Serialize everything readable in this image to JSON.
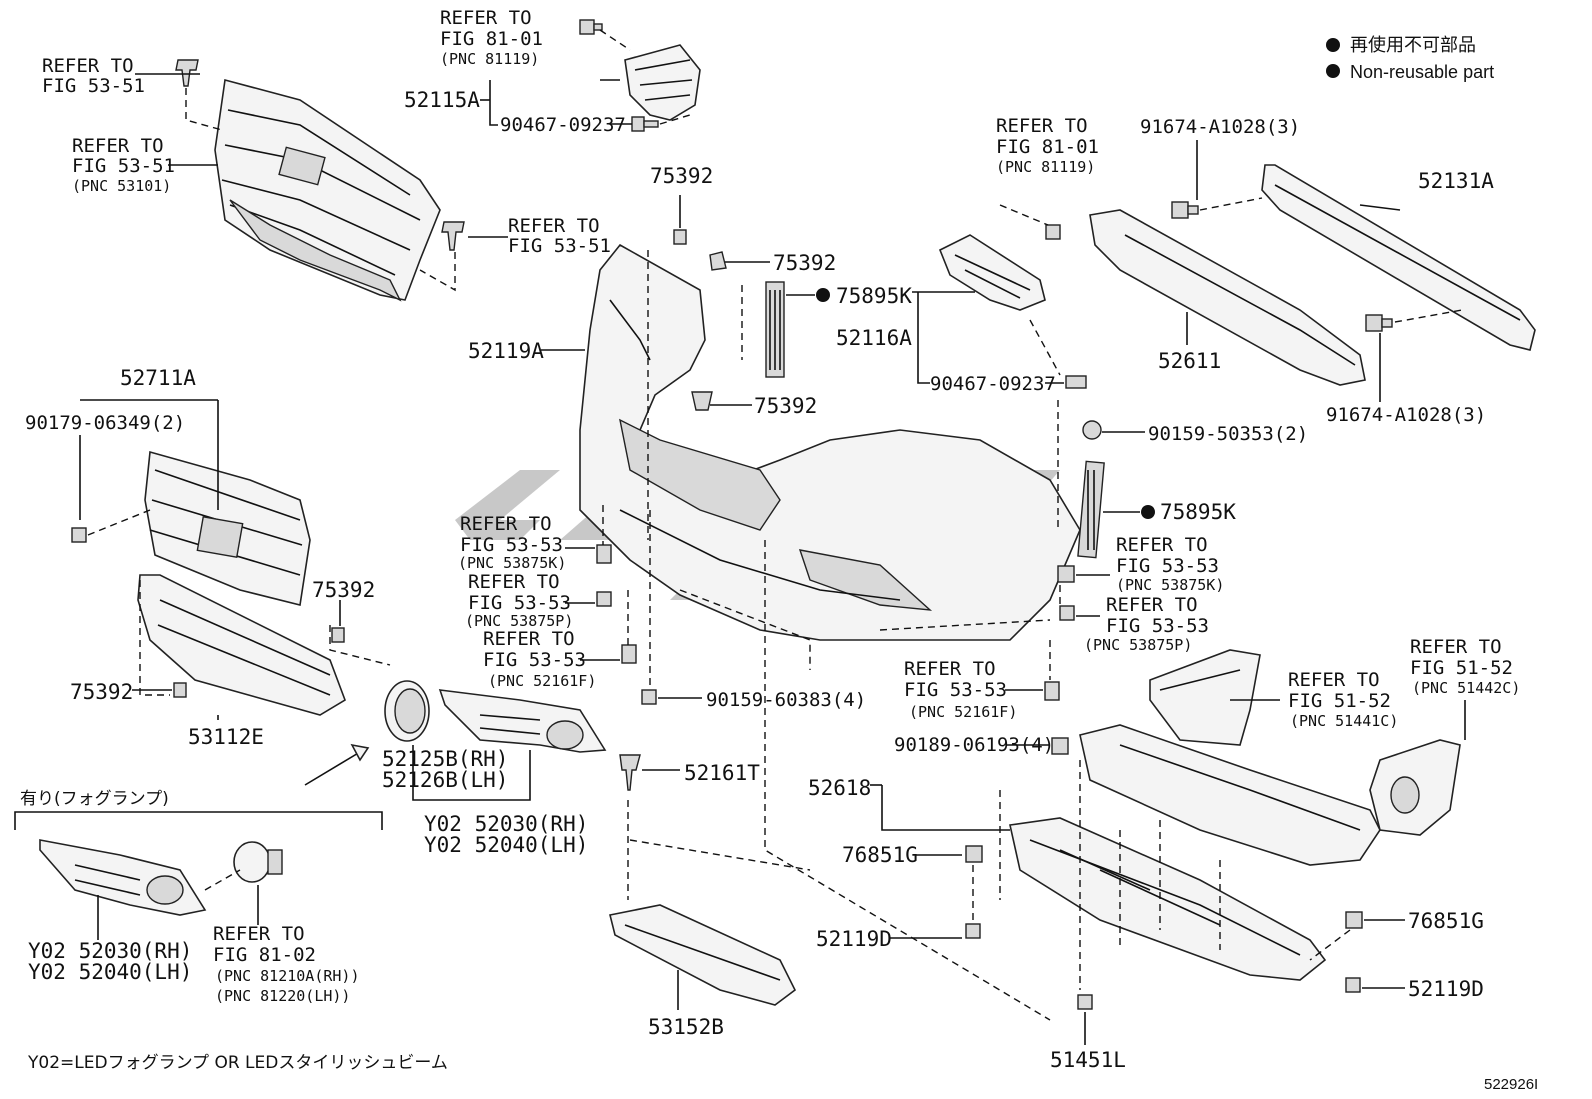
{
  "legend": {
    "jp": "再使用不可部品",
    "en": "Non-reusable part"
  },
  "figure_id": "522926I",
  "footnote": "Y02=LEDフォグランプ OR LEDスタイリッシュビーム",
  "fog_section_title": "有り(フォグランプ)",
  "callouts": {
    "ref_53_51_a": [
      "REFER TO",
      "FIG 53-51"
    ],
    "ref_53_51_b": [
      "REFER TO",
      "FIG 53-51",
      "(PNC 53101)"
    ],
    "ref_53_51_c": [
      "REFER TO",
      "FIG 53-51"
    ],
    "ref_81_01_a": [
      "REFER TO",
      "FIG 81-01",
      "(PNC 81119)"
    ],
    "ref_81_01_b": [
      "REFER TO",
      "FIG 81-01",
      "(PNC 81119)"
    ],
    "ref_53_53_a": [
      "REFER TO",
      "FIG 53-53",
      "(PNC 53875K)"
    ],
    "ref_53_53_b": [
      "REFER TO",
      "FIG 53-53",
      "(PNC 53875P)"
    ],
    "ref_53_53_c": [
      "REFER TO",
      "FIG 53-53",
      "(PNC 52161F)"
    ],
    "ref_53_53_d": [
      "REFER TO",
      "FIG 53-53",
      "(PNC 53875K)"
    ],
    "ref_53_53_e": [
      "REFER TO",
      "FIG 53-53",
      "(PNC 53875P)"
    ],
    "ref_53_53_f": [
      "REFER TO",
      "FIG 53-53",
      "(PNC 52161F)"
    ],
    "ref_51_52_a": [
      "REFER TO",
      "FIG 51-52",
      "(PNC 51441C)"
    ],
    "ref_51_52_b": [
      "REFER TO",
      "FIG 51-52",
      "(PNC 51442C)"
    ],
    "ref_81_02": [
      "REFER TO",
      "FIG 81-02",
      "(PNC 81210A(RH))",
      "(PNC 81220(LH))"
    ]
  },
  "parts": {
    "p52115A": "52115A",
    "p90467_a": "90467-09237",
    "p75392_a": "75392",
    "p75392_b": "75392",
    "p75895K_a": "75895K",
    "p52119A": "52119A",
    "p75392_c": "75392",
    "p52116A": "52116A",
    "p90467_b": "90467-09237",
    "p91674_a": "91674-A1028(3)",
    "p52131A": "52131A",
    "p52611": "52611",
    "p91674_b": "91674-A1028(3)",
    "p90159_50353": "90159-50353(2)",
    "p75895K_b": "75895K",
    "p52711A": "52711A",
    "p90179": "90179-06349(2)",
    "p75392_d": "75392",
    "p75392_e": "75392",
    "p53112E": "53112E",
    "p52125B": "52125B(RH)",
    "p52126B": "52126B(LH)",
    "p52030": "Y02 52030(RH)",
    "p52040": "Y02 52040(LH)",
    "p90159_60383": "90159-60383(4)",
    "p52161T": "52161T",
    "p90189": "90189-06193(4)",
    "p52618": "52618",
    "p76851G_a": "76851G",
    "p52119D_a": "52119D",
    "p53152B": "53152B",
    "p51451L": "51451L",
    "p76851G_b": "76851G",
    "p52119D_b": "52119D",
    "fog_52030": "Y02 52030(RH)",
    "fog_52040": "Y02 52040(LH)"
  },
  "colors": {
    "line": "#111111",
    "watermark": "#9a9a9a"
  }
}
